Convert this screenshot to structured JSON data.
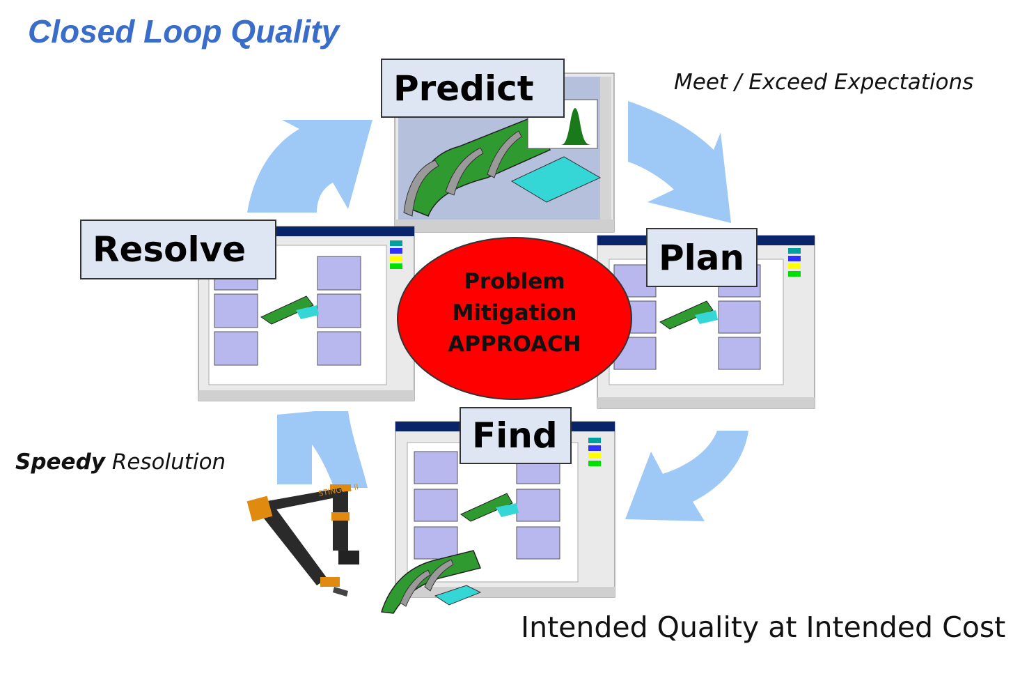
{
  "title": "Closed Loop Quality",
  "notes": {
    "meet": "Meet / Exceed Expectations",
    "speedy_bold": "Speedy",
    "speedy_rest": " Resolution",
    "bottom": "Intended Quality at Intended Cost"
  },
  "stages": {
    "predict": "Predict",
    "plan": "Plan",
    "find": "Find",
    "resolve": "Resolve"
  },
  "center": {
    "line1": "Problem",
    "line2": "Mitigation",
    "line3": "APPROACH"
  },
  "colors": {
    "title": "#3a6cc9",
    "arrow": "#9ec8f5",
    "label_fill": "#dde6f2",
    "ellipse": "#ff0000",
    "part_green": "#2f9a2f",
    "part_cyan": "#35d6d6"
  },
  "arm_brand": "STINGER II"
}
